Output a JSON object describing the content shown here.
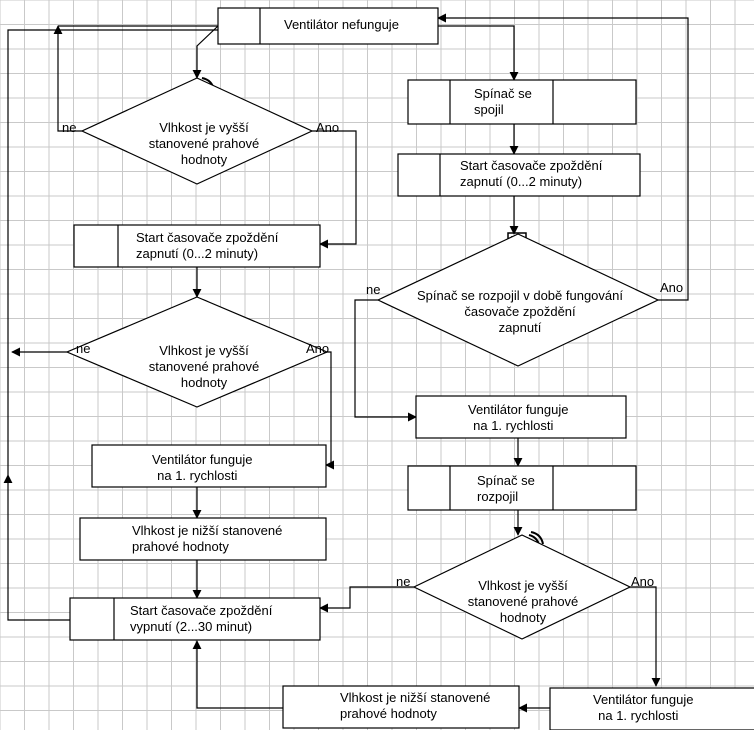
{
  "nodes": {
    "fan_not_running": "Ventilátor nefunguje",
    "humidity_above_1": [
      "Vlhkost je vyšší",
      "stanovené prahové",
      "hodnoty"
    ],
    "start_on_delay_left": [
      "Start časovače zpoždění",
      "zapnutí (0...2 minuty)"
    ],
    "humidity_above_2": [
      "Vlhkost je vyšší",
      "stanovené prahové",
      "hodnoty"
    ],
    "fan_speed1_left": [
      "Ventilátor funguje",
      "na 1. rychlosti"
    ],
    "humidity_below_left": [
      "Vlhkost je nižší stanovené",
      "prahové hodnoty"
    ],
    "start_off_delay": [
      "Start časovače zpoždění",
      "vypnutí (2...30 minut)"
    ],
    "switch_closed": [
      "Spínač se",
      "spojil"
    ],
    "start_on_delay_right": [
      "Start časovače zpoždění",
      "zapnutí (0...2 minuty)"
    ],
    "switch_opened_during": [
      "Spínač se rozpojil v době fungování",
      "časovače zpoždění",
      "zapnutí"
    ],
    "fan_speed1_mid": [
      "Ventilátor funguje",
      "na 1. rychlosti"
    ],
    "switch_opened": [
      "Spínač se",
      "rozpojil"
    ],
    "humidity_above_3": [
      "Vlhkost je vyšší",
      "stanovené prahové",
      "hodnoty"
    ],
    "fan_speed1_bottom": [
      "Ventilátor funguje",
      "na 1. rychlosti"
    ],
    "humidity_below_bottom": [
      "Vlhkost je nižší stanovené",
      "prahové hodnoty"
    ]
  },
  "edge_labels": {
    "d1_no": "ne",
    "d1_yes": "Ano",
    "d2_no": "ne",
    "d2_yes": "Ano",
    "d3_no": "ne",
    "d3_yes": "Ano",
    "d4_no": "ne",
    "d4_yes": "Ano"
  },
  "icons": {
    "fan": "fan-icon",
    "humidity": "humidity-drops-icon",
    "timer": "timer-icon",
    "switch_button": "switch-button-icon",
    "rocker_switch": "rocker-switch-icon",
    "bulb_on": "light-bulb-on-icon",
    "bulb_off": "light-bulb-off-icon"
  }
}
